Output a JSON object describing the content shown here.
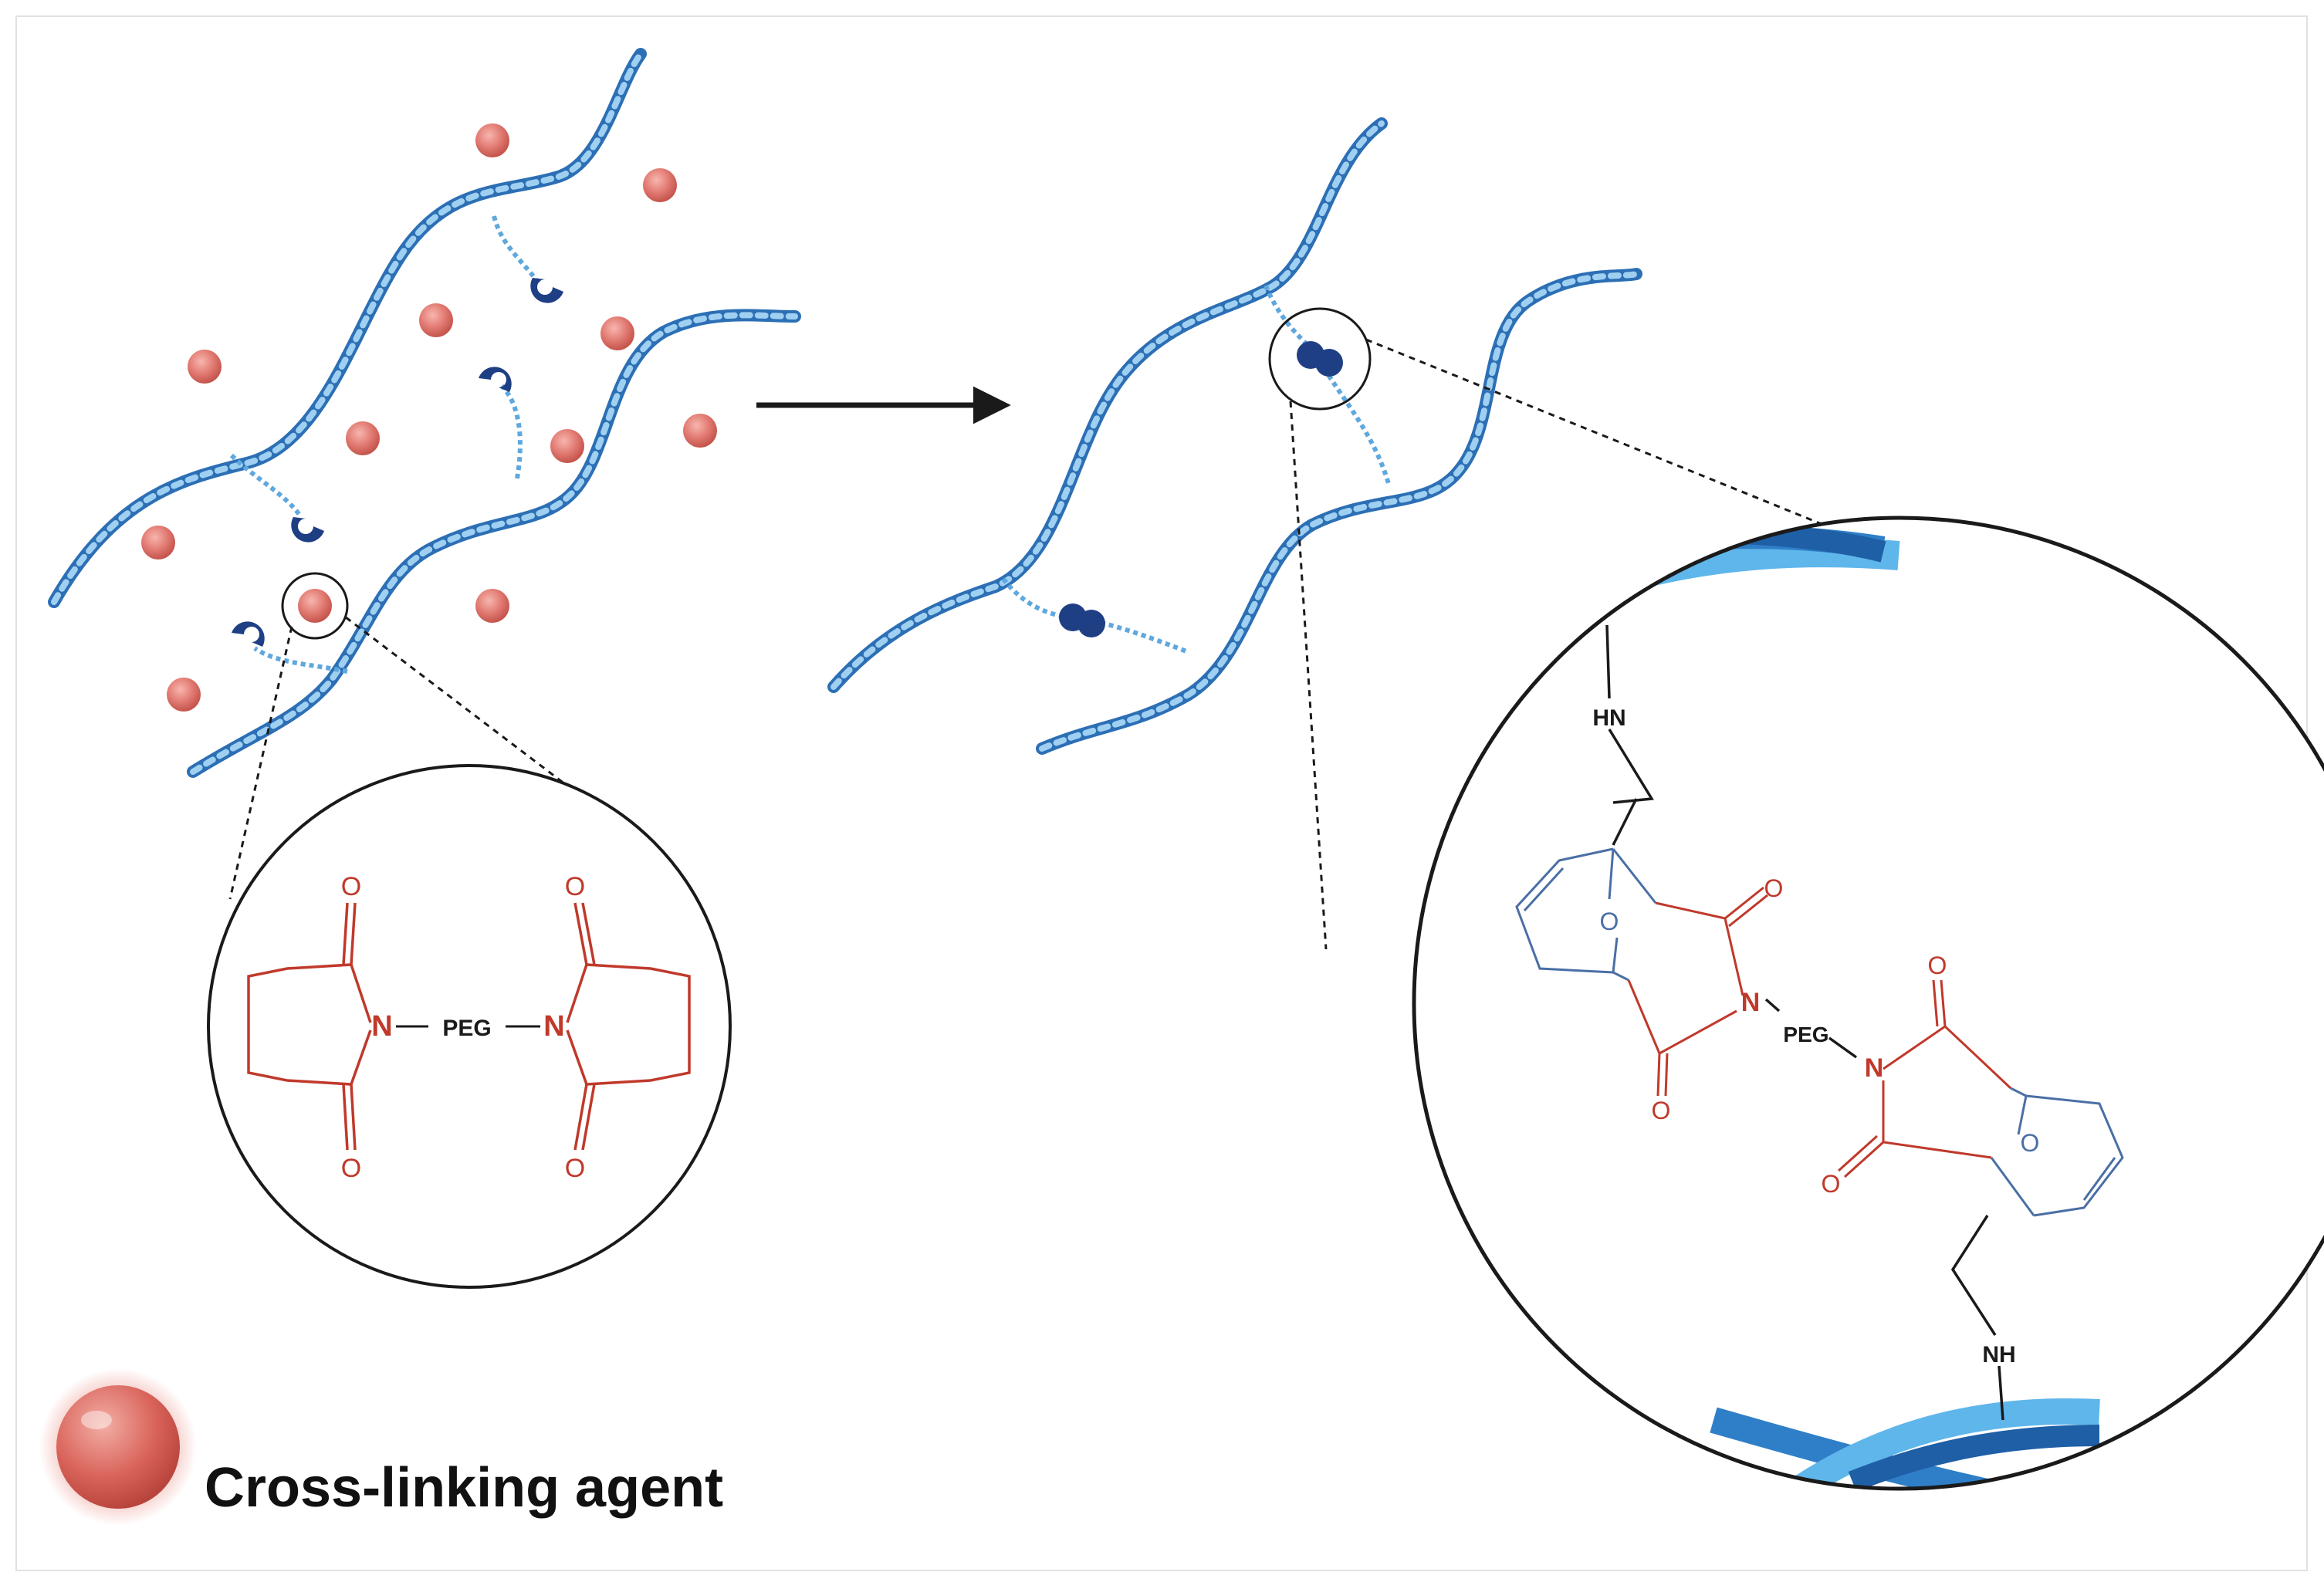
{
  "legend": {
    "label": "Cross-linking agent"
  },
  "left_zoom": {
    "atom_n1": "N",
    "atom_n2": "N",
    "peg": "PEG",
    "oxygens": [
      "O",
      "O",
      "O",
      "O"
    ]
  },
  "right_zoom": {
    "hn_top": "HN",
    "nh_bottom": "NH",
    "atom_n1": "N",
    "atom_n2": "N",
    "peg": "PEG",
    "bridge_o1": "O",
    "bridge_o2": "O",
    "carbonyl_oxygens": [
      "O",
      "O",
      "O",
      "O"
    ]
  },
  "colors": {
    "maleimide_red": "#c0392b",
    "furan_blue": "#4a6fa5",
    "helix_light": "#5fa8de",
    "helix_dark": "#2c6fb5",
    "furan_piece": "#1f3f85",
    "crosslinker_ball": "#e27c74"
  }
}
